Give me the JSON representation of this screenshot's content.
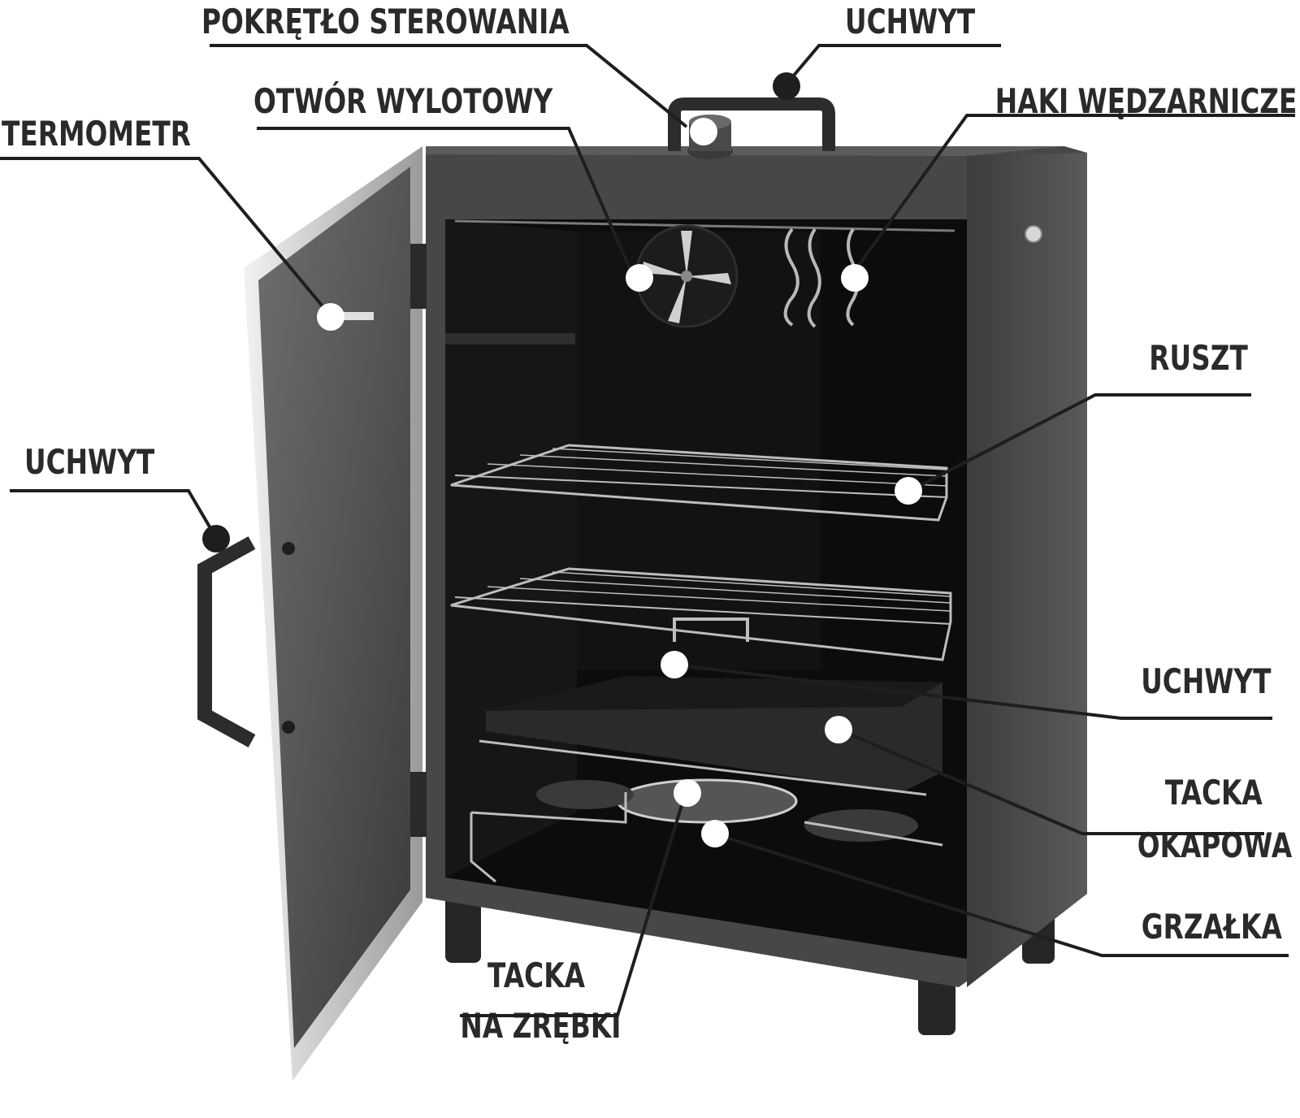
{
  "title": "",
  "labels": {
    "control_knob": "POKRĘTŁO STEROWANIA",
    "top_handle": "UCHWYT",
    "exhaust_vent": "OTWÓR WYLOTOWY",
    "smoking_hooks": "HAKI WĘDZARNICZE",
    "thermometer": "TERMOMETR",
    "side_handle": "UCHWYT",
    "grate": "RUSZT",
    "tray_handle": "UCHWYT",
    "drip_tray_line1": "TACKA",
    "drip_tray_line2": "OKAPOWA",
    "heater": "GRZAŁKA",
    "chip_tray_line1": "TACKA",
    "chip_tray_line2": "NA ZRĘBKI"
  },
  "colors": {
    "body": "#4b4b4b",
    "interior": "#0c0c0c",
    "door_frame": "#c8c8c8",
    "leader": "#1e1e1e",
    "marker": "#ffffff",
    "text": "#2a2a2a"
  }
}
